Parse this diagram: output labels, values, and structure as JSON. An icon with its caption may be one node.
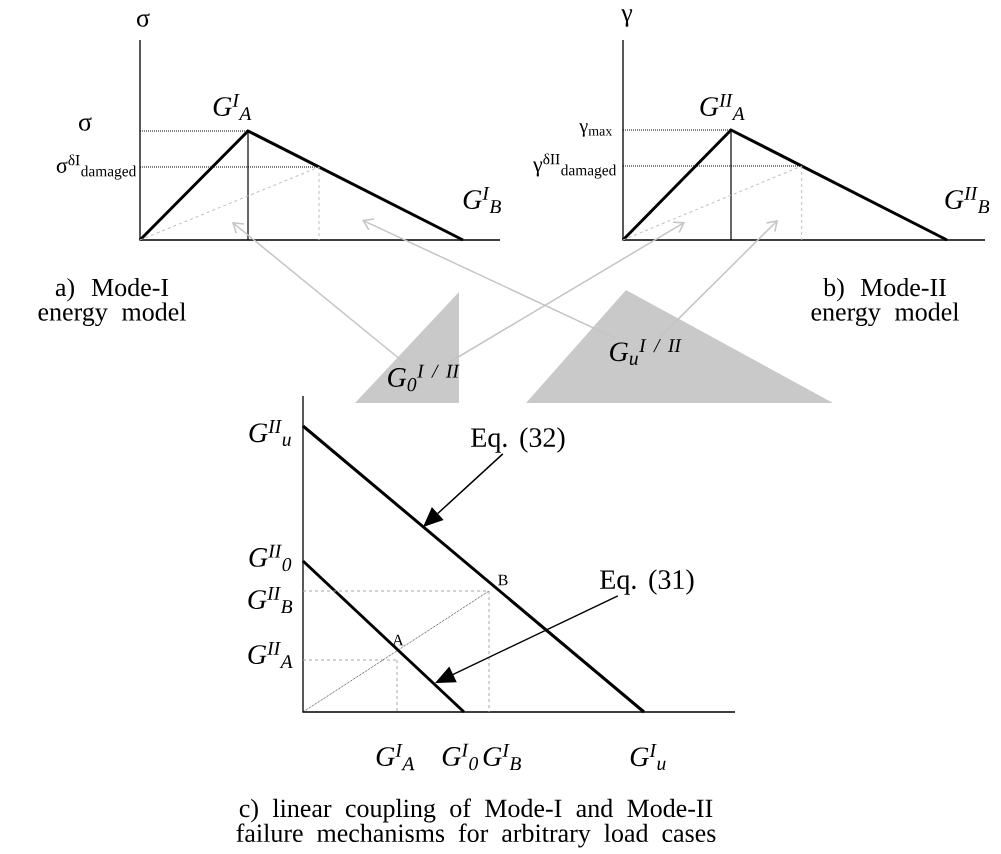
{
  "diagram": {
    "caption": "c) linear coupling of Mode-I and Mode-II failure mechanisms for arbitrary load cases",
    "nodes": [
      {
        "text": [
          "G$_{0}$$^{I / II}$"
        ]
      },
      {
        "text": [
          "G$_{u}$$^{I / II}$"
        ]
      },
      {
        "text": [
          "Eq. (32)"
        ]
      },
      {
        "text": [
          "Eq. (31)"
        ]
      }
    ],
    "edges": [
      {
        "from": 0,
        "to": null,
        "arrow": "to",
        "color": "#c4c4c4"
      },
      {
        "from": 0,
        "to": null,
        "arrow": "to",
        "color": "#c4c4c4"
      },
      {
        "from": 1,
        "to": null,
        "arrow": "to",
        "color": "#c4c4c4"
      },
      {
        "from": 1,
        "to": null,
        "arrow": "to",
        "color": "#c4c4c4"
      },
      {
        "from": 2,
        "to": null,
        "arrow": "to",
        "color": "#000000"
      },
      {
        "from": 3,
        "to": null,
        "arrow": "to",
        "color": "#000000"
      }
    ],
    "labels": [
      "σ",
      "γ",
      "G$^{I}$$_{A}$",
      "G$^{II}$$_{A}$",
      "σ",
      "γ$_{max}$",
      "σ$^{δI}$$_{damaged}$",
      "γ$^{δII}$$_{damaged}$",
      "G$^{I}$$_{B}$",
      "G$^{II}$$_{B}$",
      "a) Mode-I energy model",
      "b) Mode-II energy model",
      "G$^{II}$$_{u}$",
      "G$^{II}$$_{0}$",
      "B",
      "G$^{II}$$_{B}$",
      "G$^{II}$$_{A}$",
      "A",
      "G$^{I}$$_{A}$",
      "G$^{I}$$_{0}$",
      "G$^{I}$$_{B}$",
      "G$^{I}$$_{u}$"
    ]
  }
}
